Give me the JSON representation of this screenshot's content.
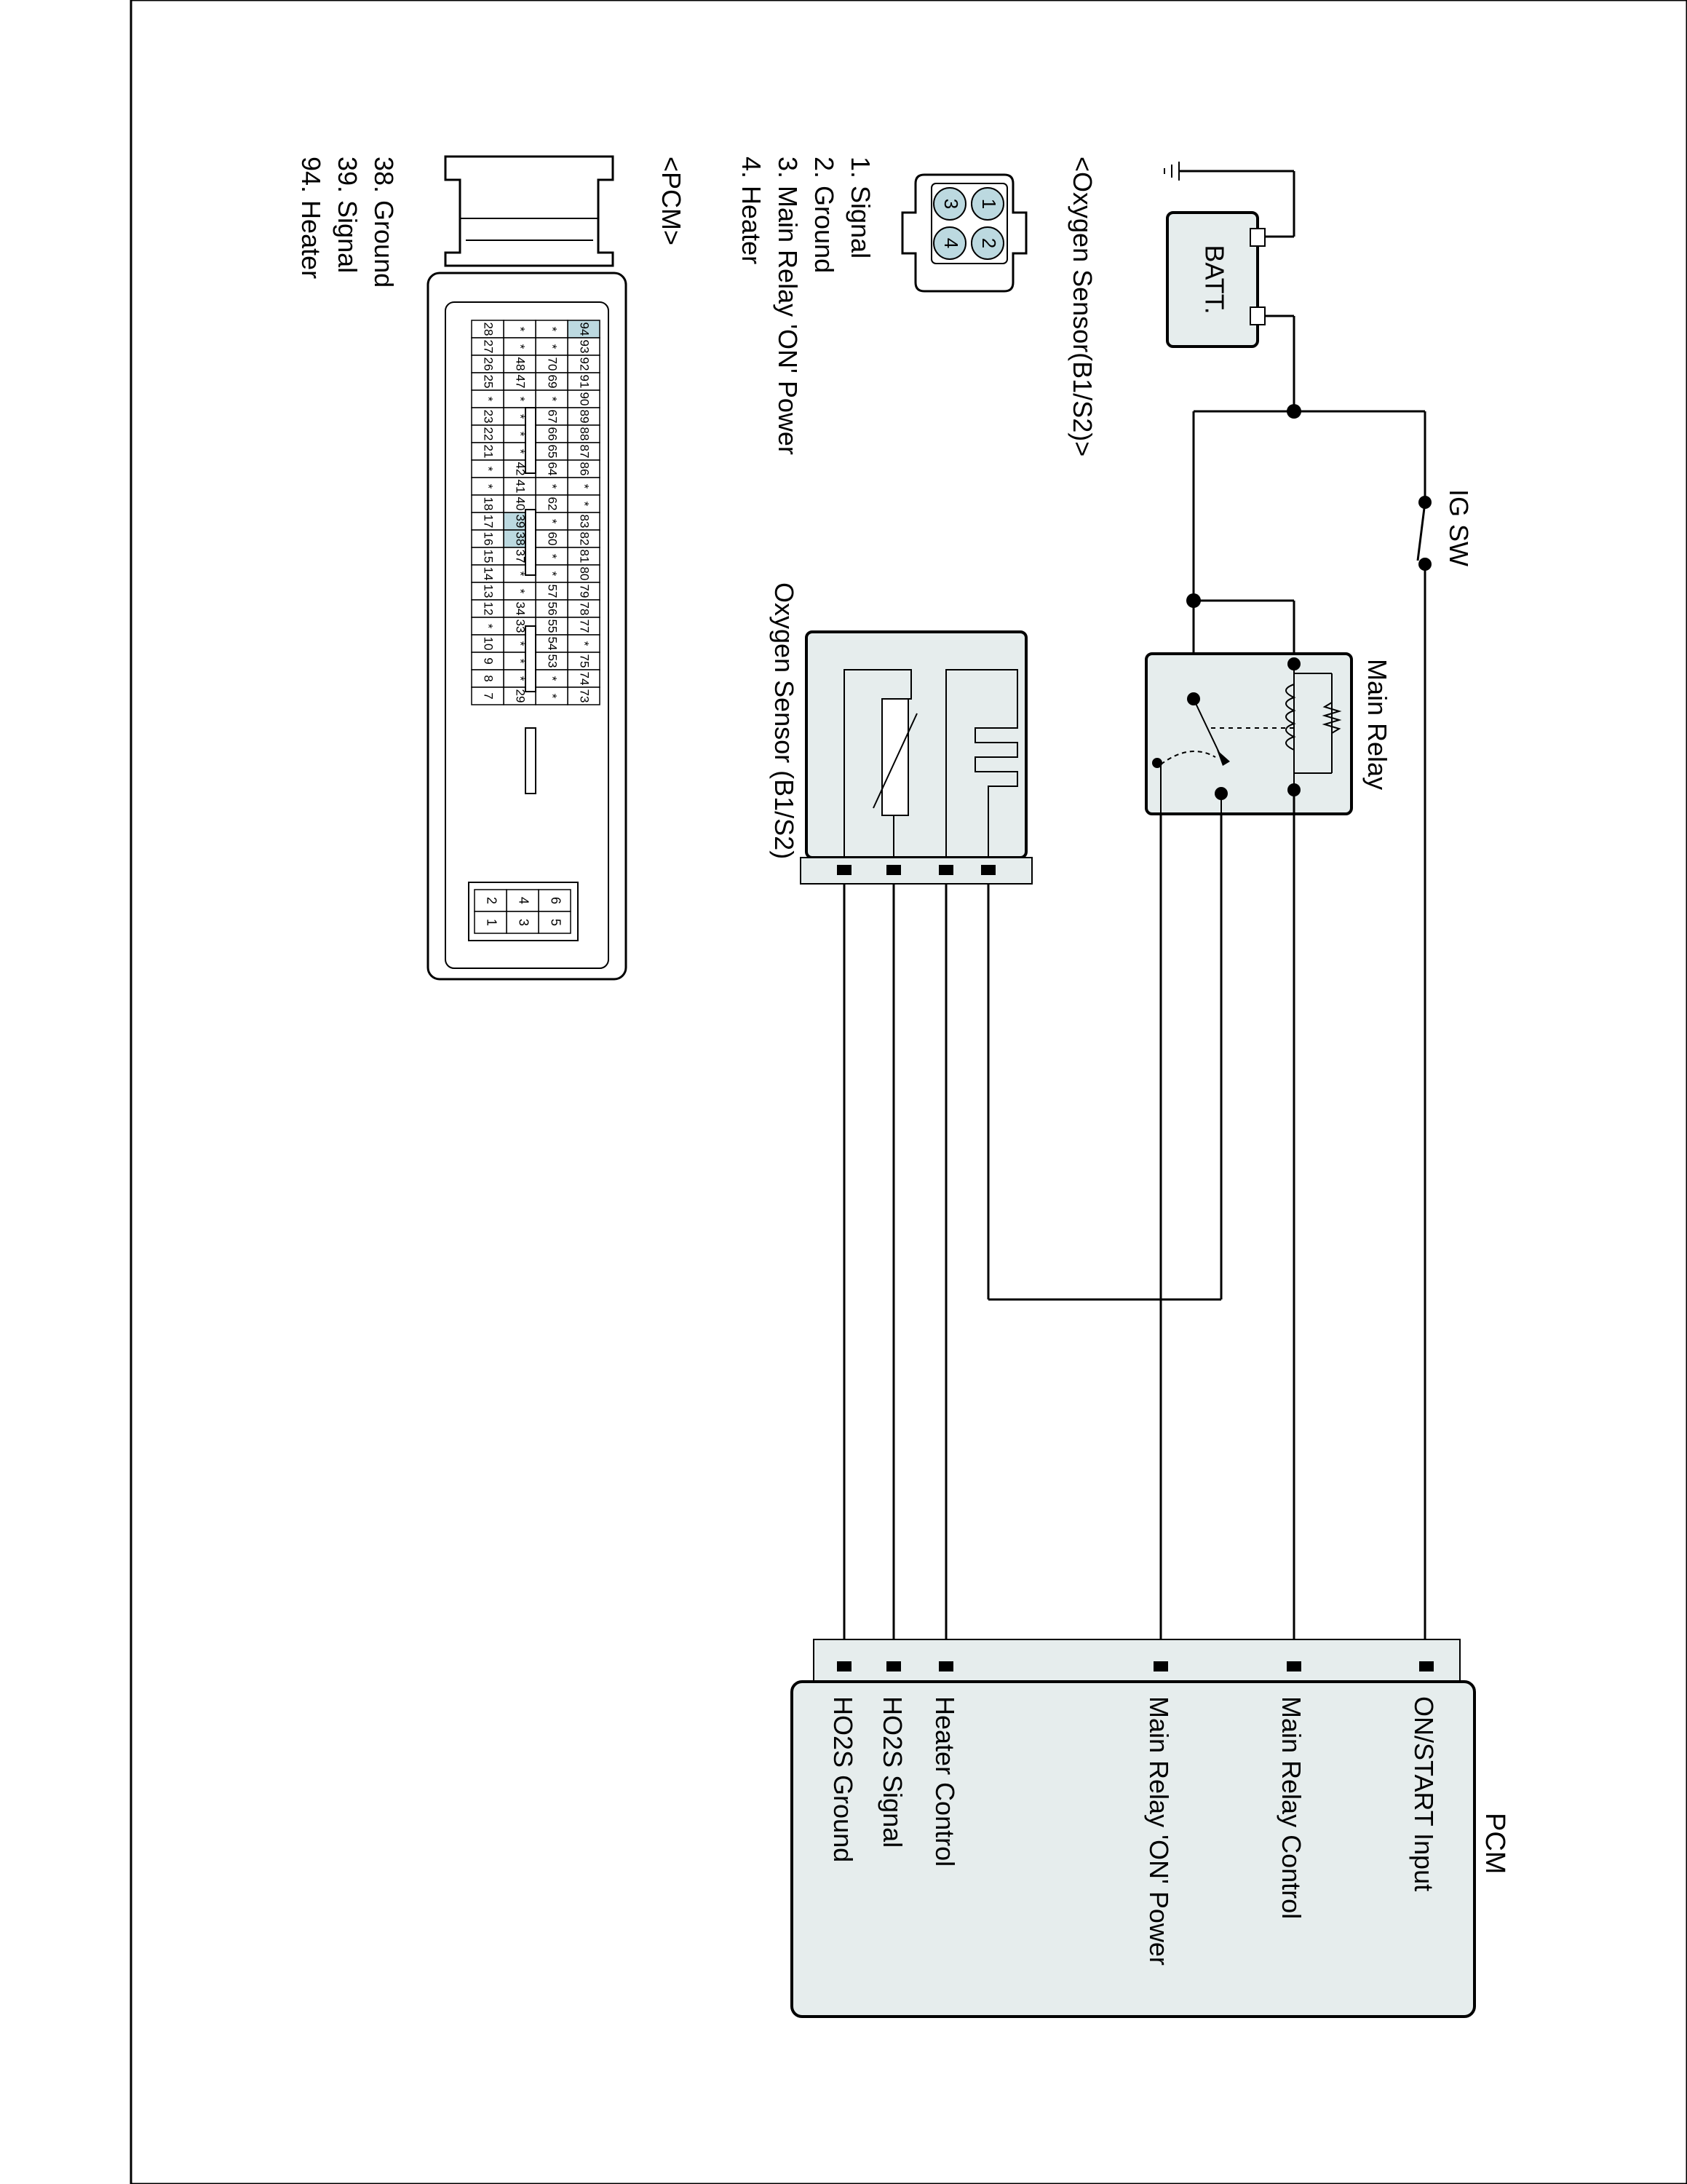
{
  "labels": {
    "batt": "BATT.",
    "ig_sw": "IG SW",
    "main_relay": "Main Relay",
    "oxygen_sensor": "Oxygen Sensor (B1/S2)",
    "pcm": "PCM"
  },
  "pcm_pins": [
    "ON/START Input",
    "Main Relay Control",
    "Main Relay 'ON' Power",
    "Heater Control",
    "HO2S  Signal",
    "HO2S  Ground"
  ],
  "o2_connector": {
    "title": "<Oxygen Sensor(B1/S2)>",
    "pin_numbers": [
      "1",
      "2",
      "3",
      "4"
    ],
    "pins": [
      "1. Signal",
      "2. Ground",
      "3. Main Relay 'ON' Power",
      "4. Heater"
    ]
  },
  "pcm_connector": {
    "title": "<PCM>",
    "pins": [
      "38. Ground",
      "39. Signal",
      "94. Heater"
    ],
    "highlighted_pins": [
      "94",
      "39",
      "38"
    ],
    "grid": [
      [
        "94",
        "93",
        "92",
        "91",
        "90",
        "89",
        "88",
        "87",
        "86",
        "*",
        "*",
        "83",
        "82",
        "81",
        "80",
        "79",
        "78",
        "77",
        "*",
        "75",
        "74",
        "73"
      ],
      [
        "*",
        "*",
        "70",
        "69",
        "*",
        "67",
        "66",
        "65",
        "64",
        "*",
        "62",
        "*",
        "60",
        "*",
        "*",
        "57",
        "56",
        "55",
        "54",
        "53",
        "*",
        "*"
      ],
      [
        "*",
        "*",
        "48",
        "47",
        "*",
        "*",
        "*",
        "*",
        "42",
        "41",
        "40",
        "39",
        "38",
        "37",
        "*",
        "*",
        "34",
        "33",
        "*",
        "*",
        "*",
        "29"
      ],
      [
        "28",
        "27",
        "26",
        "25",
        "*",
        "23",
        "22",
        "21",
        "*",
        "*",
        "18",
        "17",
        "16",
        "15",
        "14",
        "13",
        "12",
        "*",
        "10",
        "9",
        "8",
        "7"
      ]
    ],
    "small_block": [
      [
        "6",
        "5"
      ],
      [
        "4",
        "3"
      ],
      [
        "2",
        "1"
      ]
    ]
  },
  "colors": {
    "box_fill": "#e6eded",
    "pin_highlight": "#bcd9e0",
    "line": "#000000"
  }
}
